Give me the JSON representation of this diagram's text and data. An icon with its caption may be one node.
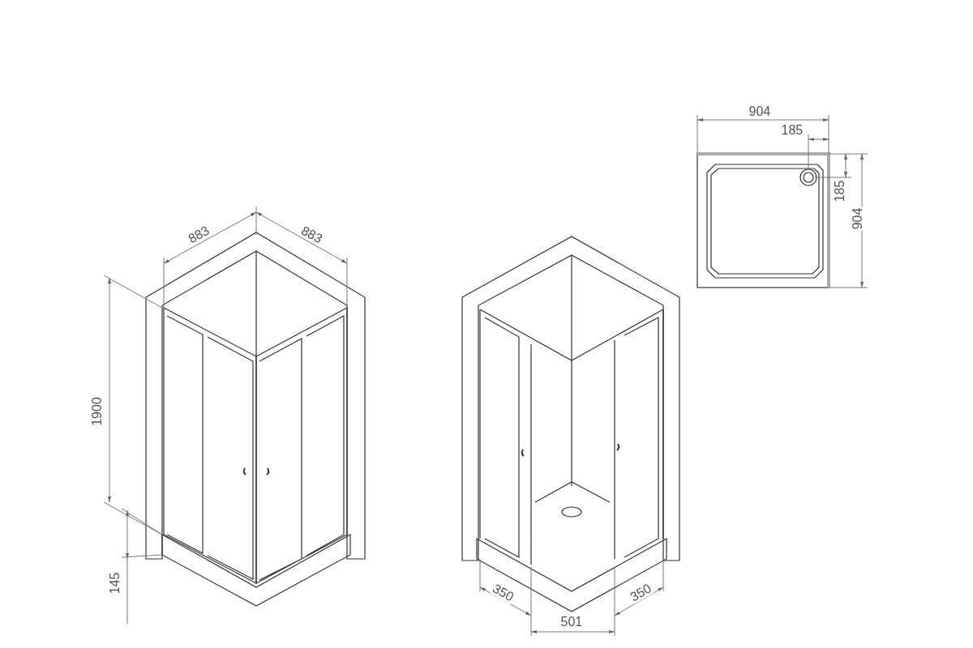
{
  "diagram": {
    "labels": [
      "883",
      "883",
      "1900",
      "145",
      "904",
      "185",
      "185",
      "904",
      "350",
      "501",
      "350"
    ]
  }
}
